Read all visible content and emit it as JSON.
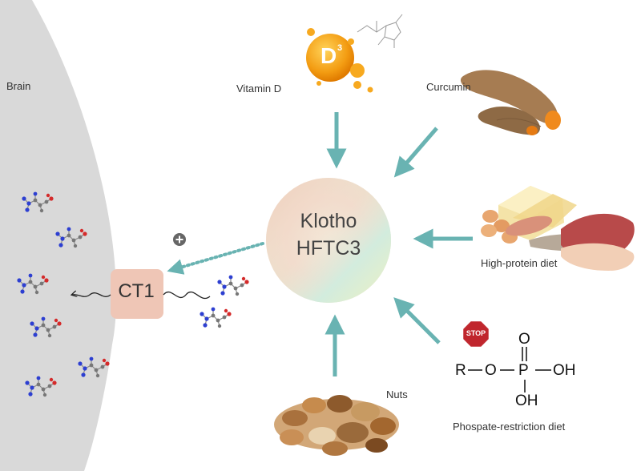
{
  "regions": {
    "brain_label": "Brain"
  },
  "center": {
    "line1": "Klotho",
    "line2": "HFTC3"
  },
  "transporter": {
    "label": "CT1"
  },
  "plus_symbol": "+",
  "vitamin_d": {
    "label": "Vitamin D",
    "badge_letter": "D",
    "badge_superscript": "3"
  },
  "curcumin": {
    "label": "Curcumin"
  },
  "high_protein": {
    "label": "High-protein diet"
  },
  "nuts": {
    "label": "Nuts"
  },
  "phosphate": {
    "label": "Phospate-restriction diet",
    "stop_sign": "STOP",
    "formula": {
      "r": "R",
      "o_ester": "O",
      "p": "P",
      "o_double": "O",
      "oh_right": "OH",
      "oh_bottom": "OH"
    }
  },
  "colors": {
    "arrow": "#69b3b2",
    "brain_fill": "#d9d9d9",
    "ct1_fill": "#efc6b6",
    "vitamin_d_orange": "#f39c12",
    "stop_red": "#c0262d"
  },
  "icons": [
    "vitamin-d-sphere-icon",
    "ascorbic-acid-structure-icon",
    "turmeric-root-icon",
    "protein-foods-icon",
    "nuts-pile-icon",
    "stop-sign-icon",
    "creatine-molecule-icon",
    "plus-circle-icon"
  ]
}
